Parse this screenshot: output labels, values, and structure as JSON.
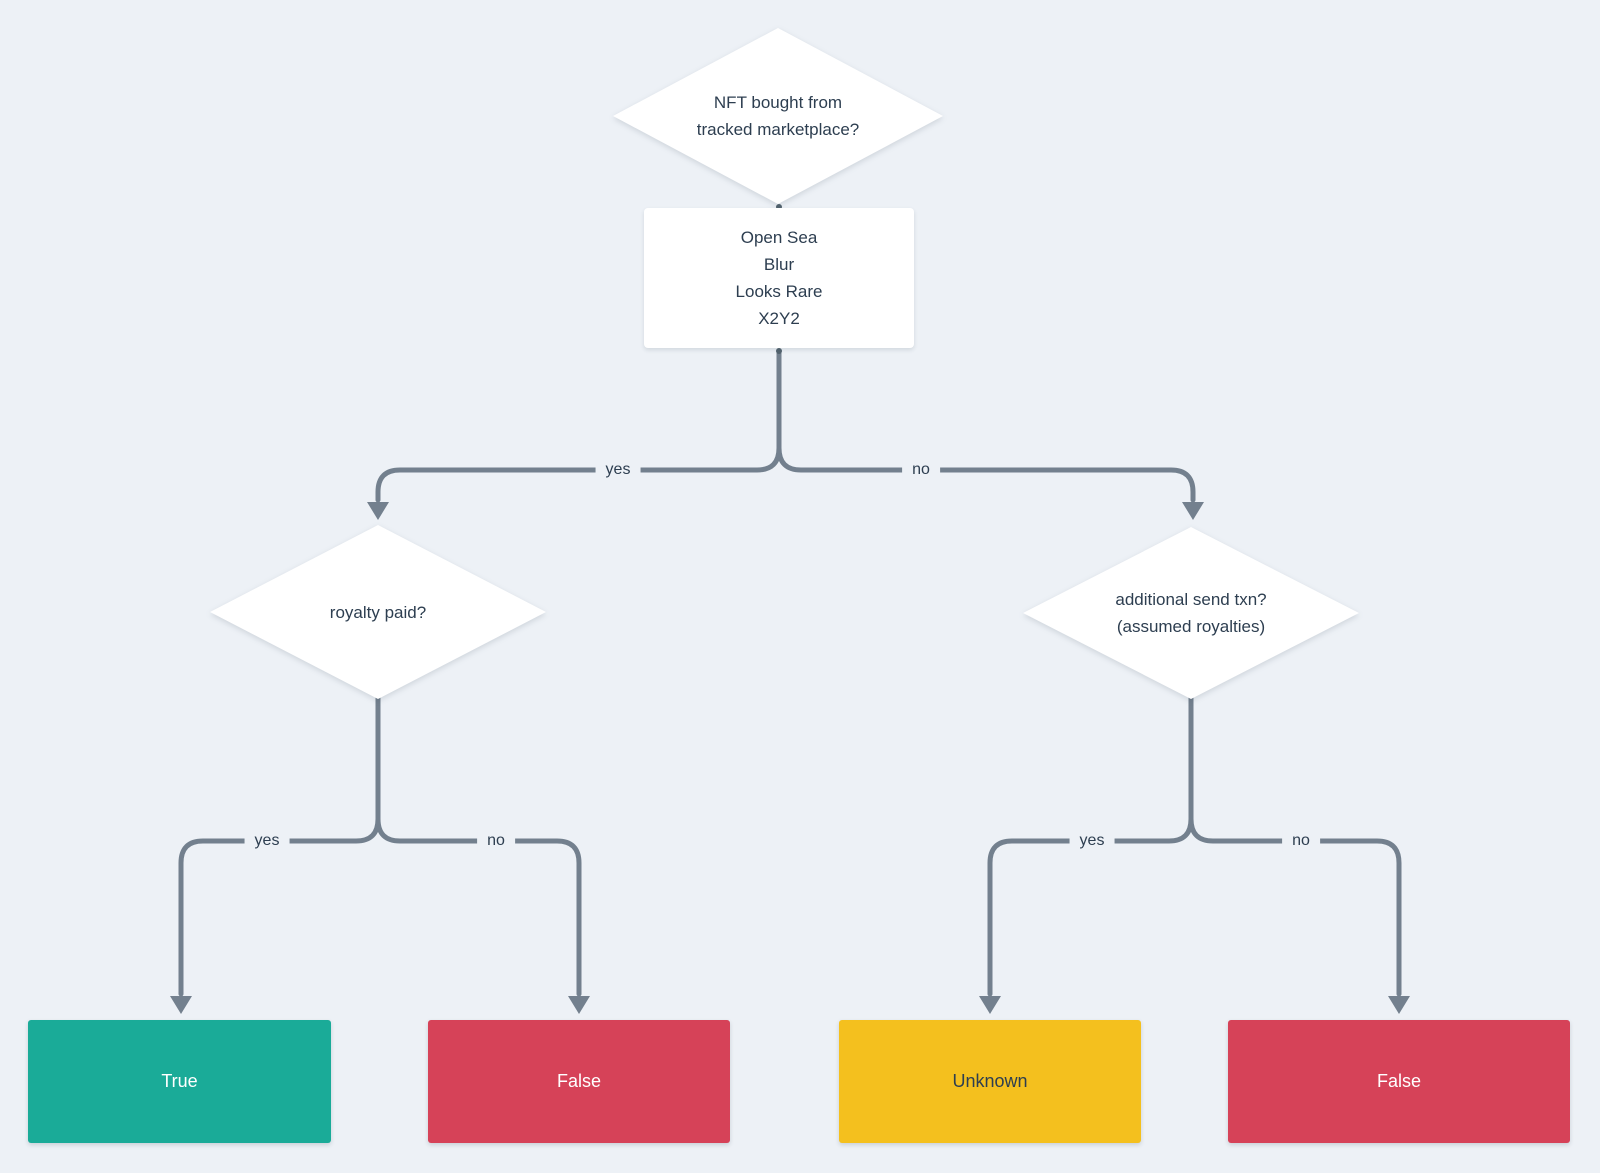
{
  "page": {
    "background_color": "#edf1f6",
    "text_color": "#2d3e50",
    "edge_color": "#73808e"
  },
  "nodes": {
    "root": {
      "type": "decision",
      "lines": [
        "NFT bought from",
        "tracked marketplace?"
      ]
    },
    "marketplaces": {
      "type": "process",
      "lines": [
        "Open Sea",
        "Blur",
        "Looks Rare",
        "X2Y2"
      ]
    },
    "royalty": {
      "type": "decision",
      "lines": [
        "royalty paid?"
      ]
    },
    "send_txn": {
      "type": "decision",
      "lines": [
        "additional send txn?",
        "(assumed royalties)"
      ]
    },
    "result_true": {
      "type": "terminal",
      "label": "True",
      "color": "#1aab98"
    },
    "result_false_left": {
      "type": "terminal",
      "label": "False",
      "color": "#d64258"
    },
    "result_unknown": {
      "type": "terminal",
      "label": "Unknown",
      "color": "#f4c01e"
    },
    "result_false_right": {
      "type": "terminal",
      "label": "False",
      "color": "#d64258"
    }
  },
  "edges": {
    "root_yes": {
      "label": "yes"
    },
    "root_no": {
      "label": "no"
    },
    "royalty_yes": {
      "label": "yes"
    },
    "royalty_no": {
      "label": "no"
    },
    "send_yes": {
      "label": "yes"
    },
    "send_no": {
      "label": "no"
    }
  }
}
